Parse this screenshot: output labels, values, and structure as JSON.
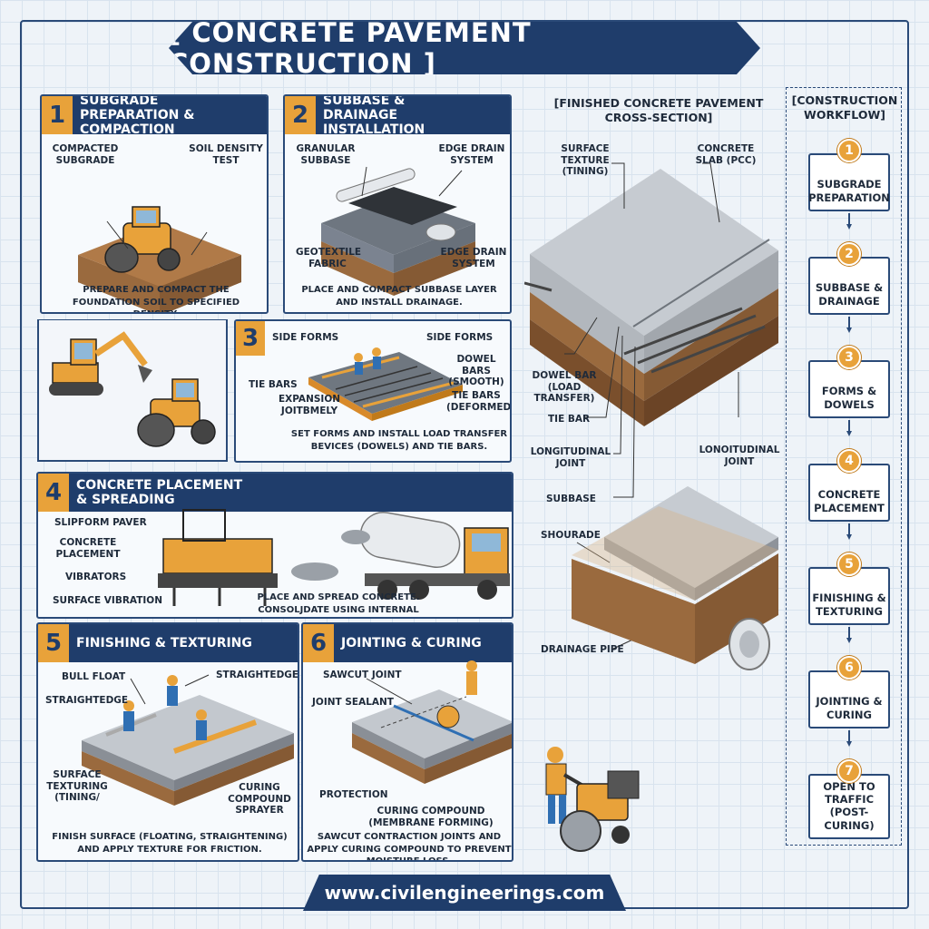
{
  "title": "[ CONCRETE PAVEMENT CONSTRUCTION ]",
  "footer": "www.civilengineerings.com",
  "colors": {
    "navy": "#1f3d6b",
    "accent": "#e8a23a",
    "soil": "#9a6a3e",
    "concrete": "#c9ced4"
  },
  "steps": [
    {
      "num": "1",
      "title": "Subgrade Preparation & Compaction",
      "labels": [
        "Compacted Subgrade",
        "Soil Density Test"
      ],
      "desc": "Prepare and compact the foundation soil to specified density."
    },
    {
      "num": "2",
      "title": "Subbase & Drainage Installation",
      "labels": [
        "Granular Subbase",
        "Edge Drain System",
        "Geotextile Fabric",
        "Edge Drain System"
      ],
      "desc": "Place and compact subbase layer and install drainage."
    },
    {
      "num": "3",
      "title": "",
      "labels": [
        "Side Forms",
        "Side Forms",
        "Dowel Bars (Smooth)",
        "Tie Bars",
        "Expansion Joitbmely",
        "Tie Bars (Deformed)"
      ],
      "desc": "Set forms and install load transfer bevices (dowels) and tie bars."
    },
    {
      "num": "4",
      "title": "Concrete Placement & Spreading",
      "labels": [
        "Slipform Paver",
        "Concrete Placement",
        "Vibrators",
        "Surface Vibration"
      ],
      "desc": "Place and spread concrete. Consoljdate using internal vibrators."
    },
    {
      "num": "5",
      "title": "Finishing & Texturing",
      "labels": [
        "Bull Float",
        "Straightedge",
        "Straightedge",
        "Surface Texturing (Tining/",
        "Curing Compound Sprayer"
      ],
      "desc": "Finish surface (floating, straightening) and apply texture for friction."
    },
    {
      "num": "6",
      "title": "Jointing & Curing",
      "labels": [
        "Sawcut Joint",
        "Joint Sealant",
        "Protection",
        "Curing Compound (Membrane Forming)"
      ],
      "desc": "Sawcut contraction joints and apply curing compound to prevent moisture loss."
    }
  ],
  "cross_section": {
    "title": "[Finished Concrete Pavement Cross-Section]",
    "labels": [
      "Surface Texture (Tining)",
      "Concrete Slab (PCC)",
      "Dowel Bar (Load Transfer)",
      "Tie Bar",
      "Longitudinal Joint",
      "Lonoitudinal Joint",
      "Subbase",
      "Shourade",
      "Drainage Pipe"
    ]
  },
  "workflow": {
    "title": "[Construction Workflow]",
    "steps": [
      {
        "num": "1",
        "label": "Subgrade Preparation"
      },
      {
        "num": "2",
        "label": "Subbase & Drainage"
      },
      {
        "num": "3",
        "label": "Forms & Dowels"
      },
      {
        "num": "4",
        "label": "Concrete Placement"
      },
      {
        "num": "5",
        "label": "Finishing & Texturing"
      },
      {
        "num": "6",
        "label": "Jointing & Curing"
      },
      {
        "num": "7",
        "label": "Open to Traffic (Post-Curing)"
      }
    ]
  }
}
